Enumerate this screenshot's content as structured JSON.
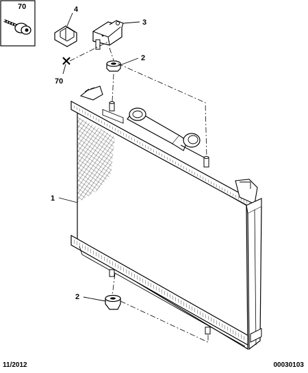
{
  "callouts": {
    "inset_box": "70",
    "clip": "4",
    "bracket": "3",
    "grommet_upper": "2",
    "fastener_marker": "70",
    "radiator": "1",
    "grommet_lower": "2"
  },
  "footer": {
    "date": "11/2012",
    "code": "00030103"
  }
}
